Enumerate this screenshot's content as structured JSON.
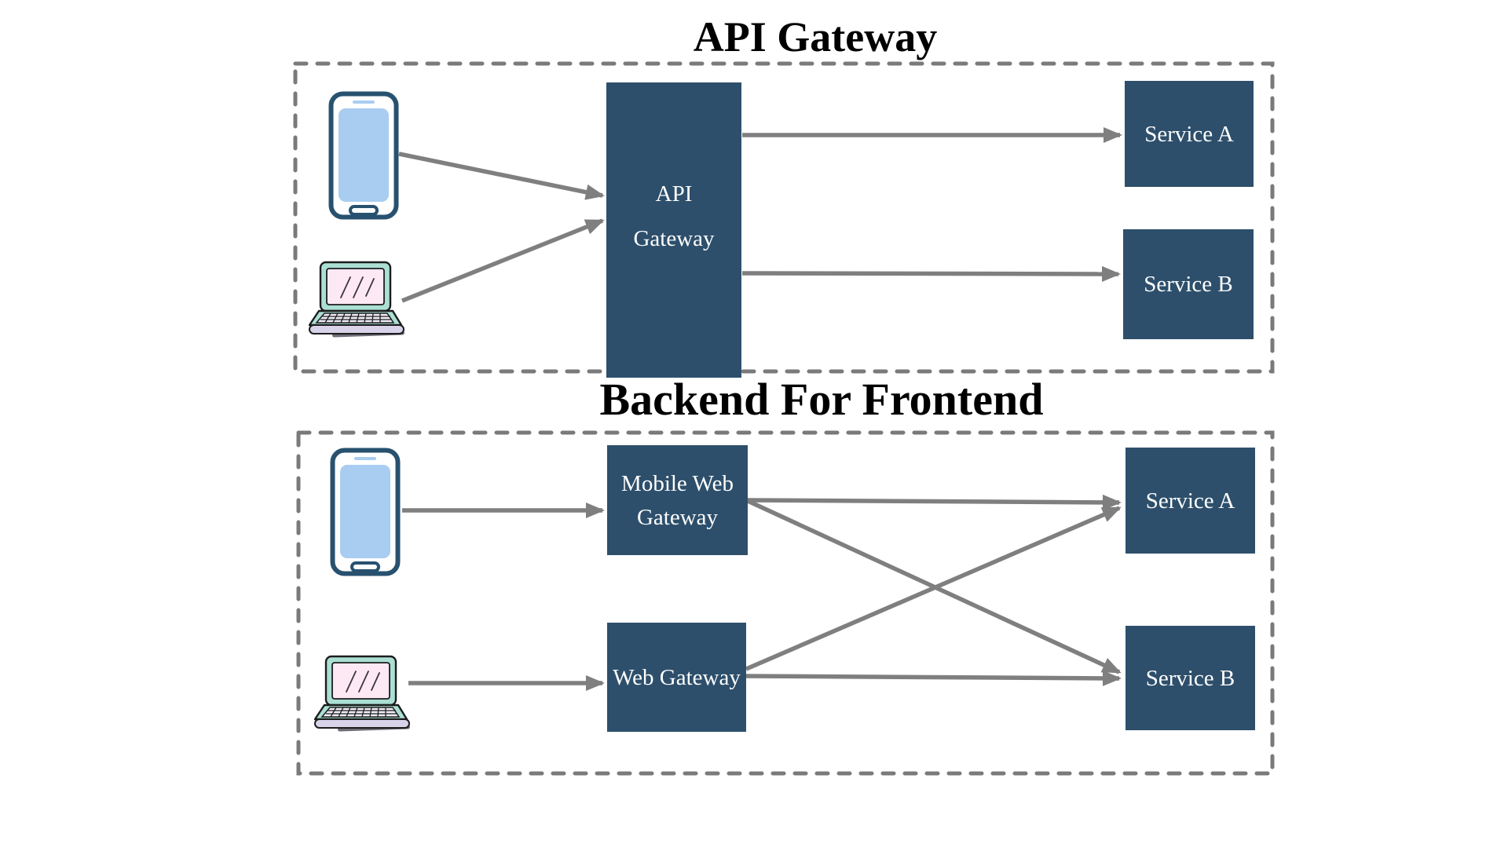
{
  "canvas": {
    "background": "#ffffff"
  },
  "palette": {
    "canvas": "#ffffff",
    "node_fill": "#2d4f6b",
    "node_text": "#ffffff",
    "connector": "#7f7f7f",
    "dashed_border": "#7a7a7a",
    "title_color": "#000000",
    "phone_outline": "#28516f",
    "phone_screen": "#a9cdf1",
    "laptop_shell": "#abdfd4",
    "laptop_screen": "#fce9f4",
    "laptop_base": "#d9d3ea"
  },
  "sections": [
    {
      "id": "api-gateway",
      "title": "API Gateway",
      "clients": [
        {
          "name": "smartphone",
          "icon": "smartphone-icon"
        },
        {
          "name": "laptop",
          "icon": "laptop-icon"
        }
      ],
      "nodes": [
        {
          "id": "api-gateway",
          "lines": [
            "API",
            "Gateway"
          ]
        },
        {
          "id": "service-a",
          "lines": [
            "Service A"
          ]
        },
        {
          "id": "service-b",
          "lines": [
            "Service B"
          ]
        }
      ],
      "edges": [
        {
          "from": "smartphone",
          "to": "api-gateway"
        },
        {
          "from": "laptop",
          "to": "api-gateway"
        },
        {
          "from": "api-gateway",
          "to": "service-a"
        },
        {
          "from": "api-gateway",
          "to": "service-b"
        }
      ]
    },
    {
      "id": "backend-for-frontend",
      "title": "Backend For Frontend",
      "clients": [
        {
          "name": "smartphone",
          "icon": "smartphone-icon"
        },
        {
          "name": "laptop",
          "icon": "laptop-icon"
        }
      ],
      "nodes": [
        {
          "id": "mobile-web-gateway",
          "lines": [
            "Mobile Web",
            "Gateway"
          ]
        },
        {
          "id": "web-gateway",
          "lines": [
            "Web Gateway"
          ]
        },
        {
          "id": "service-a",
          "lines": [
            "Service A"
          ]
        },
        {
          "id": "service-b",
          "lines": [
            "Service B"
          ]
        }
      ],
      "edges": [
        {
          "from": "smartphone",
          "to": "mobile-web-gateway"
        },
        {
          "from": "laptop",
          "to": "web-gateway"
        },
        {
          "from": "mobile-web-gateway",
          "to": "service-a"
        },
        {
          "from": "mobile-web-gateway",
          "to": "service-b"
        },
        {
          "from": "web-gateway",
          "to": "service-a"
        },
        {
          "from": "web-gateway",
          "to": "service-b"
        }
      ]
    }
  ]
}
